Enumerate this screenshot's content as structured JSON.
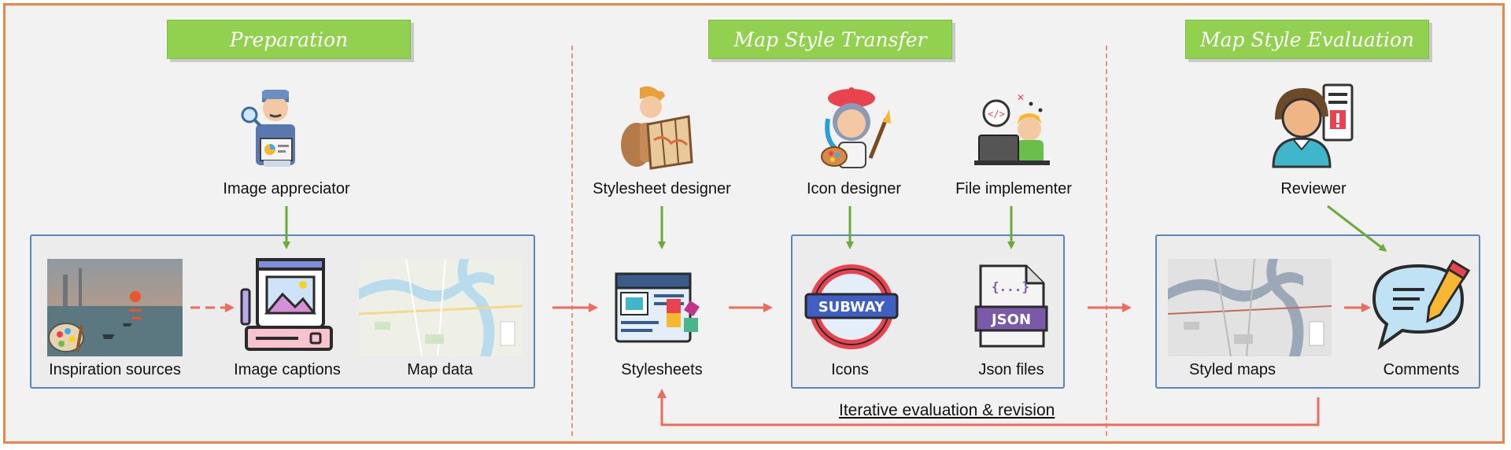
{
  "stages": {
    "preparation": "Preparation",
    "transfer": "Map Style Transfer",
    "evaluation": "Map Style Evaluation"
  },
  "roles": {
    "appreciator": "Image appreciator",
    "stylesheet_designer": "Stylesheet designer",
    "icon_designer": "Icon designer",
    "file_implementer": "File implementer",
    "reviewer": "Reviewer"
  },
  "items": {
    "inspiration": "Inspiration sources",
    "captions": "Image captions",
    "map_data": "Map data",
    "stylesheets": "Stylesheets",
    "icons": "Icons",
    "json_files": "Json files",
    "styled_maps": "Styled maps",
    "comments": "Comments"
  },
  "artwork_text": {
    "subway": "SUBWAY",
    "json": "JSON",
    "json_braces": "{...}"
  },
  "loop_label": "Iterative evaluation & revision",
  "colors": {
    "banner": "#92d050",
    "frame": "#e8864a",
    "panel_border": "#5a86b8",
    "arrow_green": "#6aab3a",
    "arrow_red": "#ec6b5b"
  }
}
